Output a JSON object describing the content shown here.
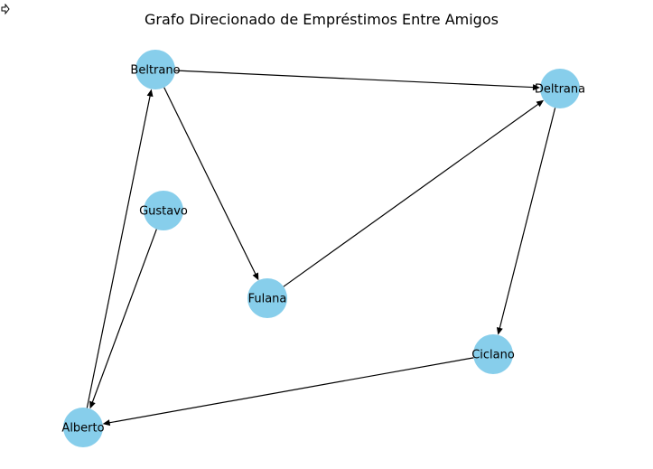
{
  "title": "Grafo Direcionado de Empréstimos Entre Amigos",
  "icons": {
    "corner": "move-cursor-icon"
  },
  "colors": {
    "node_fill": "#87ceeb",
    "edge": "#000000",
    "text": "#000000",
    "background": "#ffffff"
  },
  "nodes": [
    {
      "id": "beltrano",
      "label": "Beltrano"
    },
    {
      "id": "deltrana",
      "label": "Deltrana"
    },
    {
      "id": "gustavo",
      "label": "Gustavo"
    },
    {
      "id": "fulana",
      "label": "Fulana"
    },
    {
      "id": "ciclano",
      "label": "Ciclano"
    },
    {
      "id": "alberto",
      "label": "Alberto"
    }
  ],
  "edges": [
    {
      "from": "beltrano",
      "to": "deltrana"
    },
    {
      "from": "beltrano",
      "to": "fulana"
    },
    {
      "from": "fulana",
      "to": "deltrana"
    },
    {
      "from": "deltrana",
      "to": "ciclano"
    },
    {
      "from": "ciclano",
      "to": "alberto"
    },
    {
      "from": "gustavo",
      "to": "alberto"
    },
    {
      "from": "alberto",
      "to": "beltrano"
    }
  ]
}
